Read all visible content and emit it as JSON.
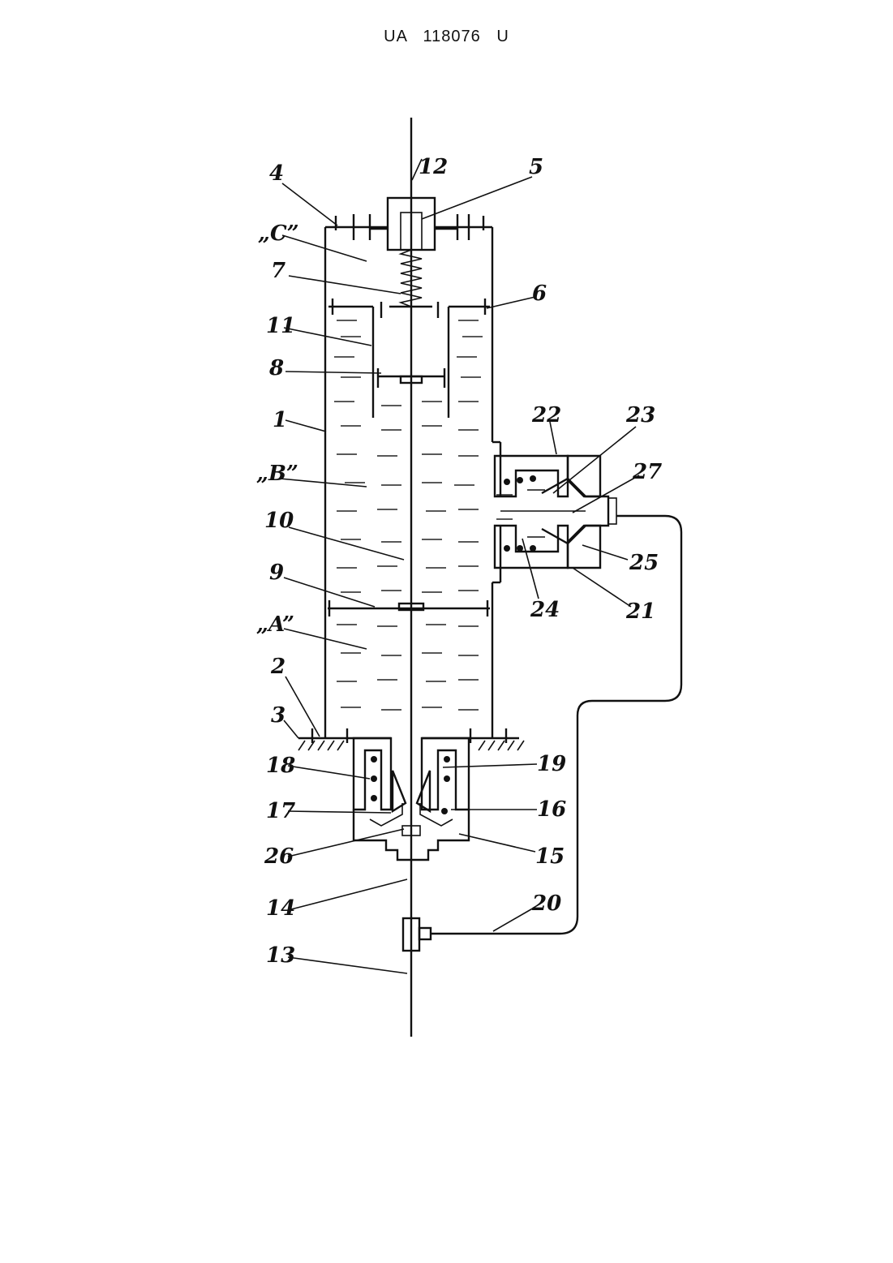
{
  "header": {
    "doc_number": "UA   118076   U"
  },
  "labels": {
    "l1": "1",
    "l2": "2",
    "l3": "3",
    "l4": "4",
    "l5": "5",
    "l6": "6",
    "l7": "7",
    "l8": "8",
    "l9": "9",
    "l10": "10",
    "l11": "11",
    "l12": "12",
    "l13": "13",
    "l14": "14",
    "l15": "15",
    "l16": "16",
    "l17": "17",
    "l18": "18",
    "l19": "19",
    "l20": "20",
    "l21": "21",
    "l22": "22",
    "l23": "23",
    "l24": "24",
    "l25": "25",
    "l26": "26",
    "l27": "27",
    "chamberA": "„A”",
    "chamberB": "„B”",
    "chamberC": "„C”"
  },
  "colors": {
    "ink": "#111111",
    "paper": "#ffffff",
    "hatch": "#222222"
  }
}
